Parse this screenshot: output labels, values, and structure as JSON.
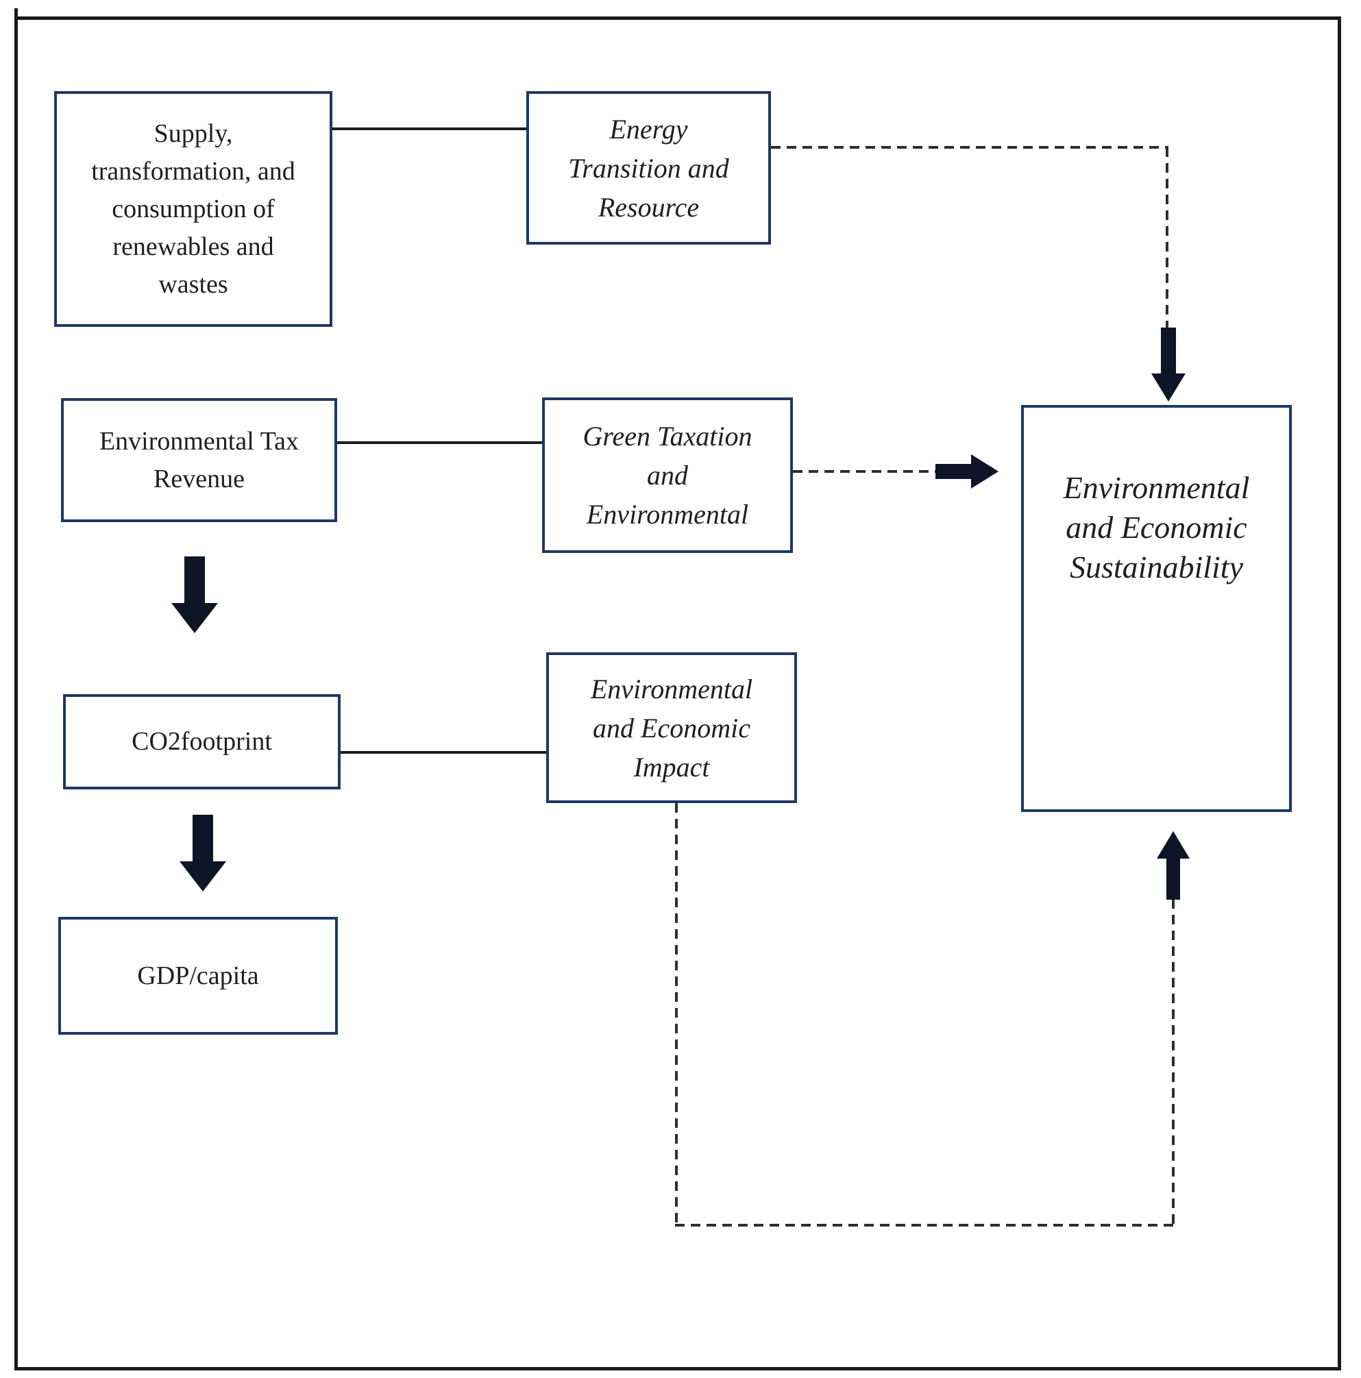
{
  "figure": {
    "type": "conceptual-framework-flowchart",
    "background": "#ffffff"
  },
  "colors": {
    "box-border": "#1f3864",
    "frame": "#1a1a1a",
    "line": "#1c1c1c",
    "dash": "#2e2e2e",
    "arrow": "#0d1526",
    "text": "#1f1f1f",
    "bg": "#ffffff"
  },
  "boxes": {
    "supply": {
      "style": "plain",
      "lines": [
        "Supply,",
        "transformation, and",
        "consumption of",
        "renewables and",
        "wastes"
      ]
    },
    "energy": {
      "style": "italic",
      "lines": [
        "Energy",
        "Transition and",
        "Resource"
      ]
    },
    "tax": {
      "style": "plain",
      "lines": [
        "Environmental Tax",
        "Revenue"
      ]
    },
    "green": {
      "style": "italic",
      "lines": [
        "Green Taxation",
        "and",
        "Environmental"
      ]
    },
    "co2": {
      "style": "plain",
      "lines": [
        "CO2footprint"
      ]
    },
    "impact": {
      "style": "italic",
      "lines": [
        "Environmental",
        "and Economic",
        "Impact"
      ]
    },
    "gdp": {
      "style": "plain",
      "lines": [
        "GDP/capita"
      ]
    },
    "sustainability": {
      "style": "italic",
      "lines": [
        "Environmental",
        "and Economic",
        "Sustainability"
      ]
    }
  },
  "connectors": {
    "solid": [
      {
        "from": "supply",
        "to": "energy"
      },
      {
        "from": "tax",
        "to": "green"
      },
      {
        "from": "co2",
        "to": "impact"
      }
    ],
    "block_arrows": [
      {
        "from": "tax",
        "to": "co2",
        "direction": "down"
      },
      {
        "from": "co2",
        "to": "gdp",
        "direction": "down"
      },
      {
        "from": "energy",
        "to": "sustainability",
        "direction": "down"
      },
      {
        "from": "green",
        "to": "sustainability",
        "direction": "right"
      },
      {
        "from": "impact",
        "to": "sustainability",
        "direction": "up"
      }
    ],
    "dashed_paths": [
      {
        "from": "energy",
        "to": "sustainability",
        "route": "right-then-down"
      },
      {
        "from": "green",
        "to": "sustainability",
        "route": "right"
      },
      {
        "from": "impact",
        "to": "sustainability",
        "route": "down-right-up"
      }
    ]
  }
}
